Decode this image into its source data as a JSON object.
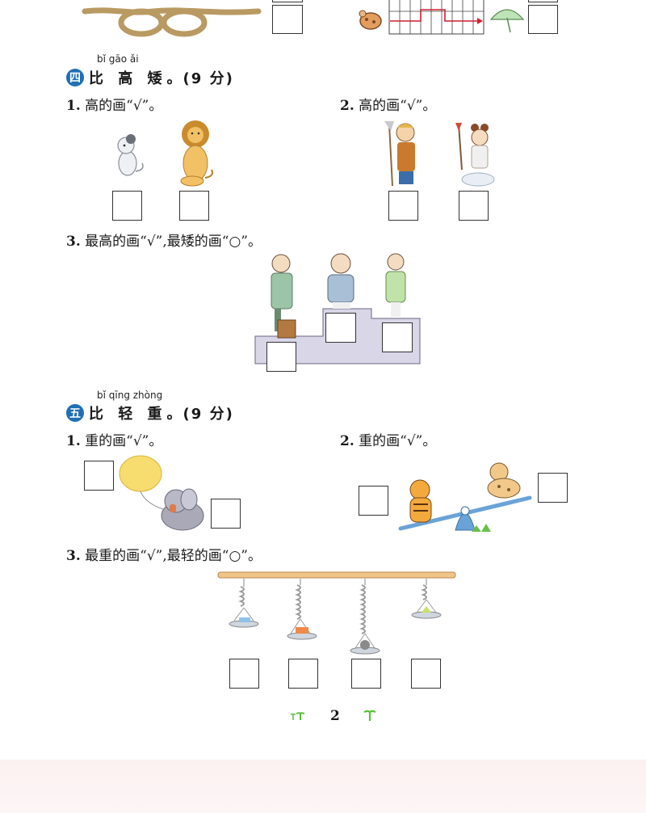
{
  "section4": {
    "badge": "四",
    "pinyin": "bǐ gāo ǎi",
    "title": "比 高 矮",
    "score": "。(9 分)",
    "q1_num": "1.",
    "q1_text": "高的画“√”。",
    "q2_num": "2.",
    "q2_text": "高的画“√”。",
    "q3_num": "3.",
    "q3_text": "最高的画“√”,最矮的画“○”。"
  },
  "section5": {
    "badge": "五",
    "pinyin": "bǐ qīng zhòng",
    "title": "比 轻  重",
    "score": "。(9 分)",
    "q1_num": "1.",
    "q1_text": "重的画“√”。",
    "q2_num": "2.",
    "q2_text": "重的画“√”。",
    "q3_num": "3.",
    "q3_text": "最重的画“√”,最轻的画“○”。"
  },
  "footer": {
    "page_number": "2"
  },
  "colors": {
    "badge_blue": "#1f6fb5",
    "sprout_green": "#5bbf3a"
  }
}
